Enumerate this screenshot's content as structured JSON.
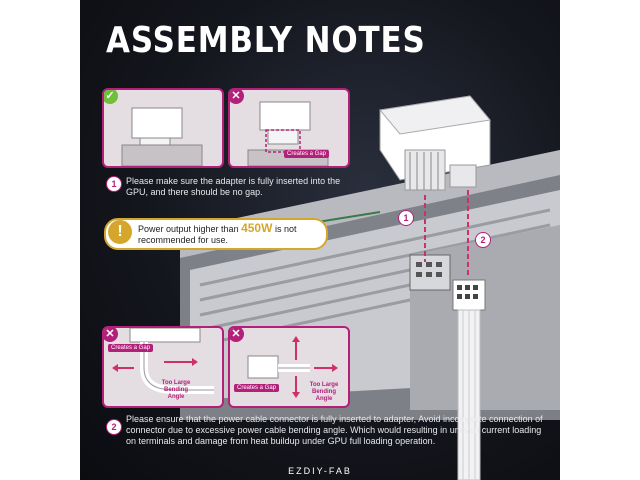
{
  "title": "ASSEMBLY NOTES",
  "panels": {
    "ok": {
      "status_icon": "checkmark-icon"
    },
    "bad": {
      "status_icon": "x-icon",
      "tag": "Creates a Gap"
    },
    "bend1": {
      "status_icon": "x-icon",
      "tag": "Creates a Gap",
      "label": "Too Large Bending Angle"
    },
    "bend2": {
      "status_icon": "x-icon",
      "tag": "Creates a Gap",
      "label": "Too Large Bending Angle"
    }
  },
  "note1": {
    "number": "1",
    "text": "Please make sure the adapter is fully inserted into the GPU, and there should be no gap."
  },
  "warning": {
    "icon": "exclamation-icon",
    "prefix": "Power output higher than ",
    "value": "450W",
    "suffix": " is not recommended for use."
  },
  "markers": {
    "one": "1",
    "two": "2"
  },
  "note2": {
    "number": "2",
    "text": "Please ensure that the power cable connector is fully inserted to adapter, Avoid incomplete connection of connector due to excessive power cable bending angle. Which would resulting in uneven current loading on terminals and damage from heat buildup under GPU full loading operation."
  },
  "brand": "EZDIY-FAB",
  "colors": {
    "accent": "#b3207a",
    "warning": "#d4a72c",
    "ok": "#6fbf3a"
  }
}
